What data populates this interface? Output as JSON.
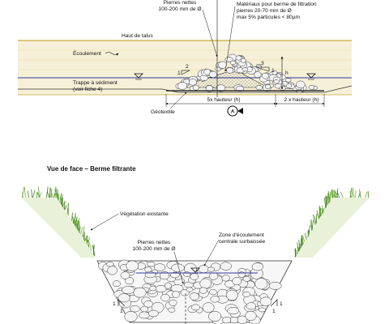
{
  "side_view": {
    "labels": {
      "stones_top": "Pierres nettes",
      "stones_size": "100-200 mm de Ø",
      "filter_material_1": "Matériaux pour berme de filtration",
      "filter_material_2": "pierres 20-70 mm de Ø",
      "filter_material_3": "max 5% particules < 80µm",
      "bank_top": "Haut de talus",
      "flow": "Écoulement",
      "trap_1": "Trappe à sédiment",
      "trap_2": "(voir fiche 4)",
      "geotextile": "Géotextile",
      "dim_5x": "5x hauteur (h)",
      "dim_2x": "2 x hauteur (h)",
      "h_mark": "h",
      "slope_left": "2",
      "slope_left_unit": "1",
      "slope_right": "3",
      "slope_right_unit": "1",
      "section_marker": "A"
    },
    "colors": {
      "bank_fill": "#f6f0d8",
      "bank_line": "#c9a93a",
      "water_line": "#2e3a9c",
      "stone_fill": "#f4f4f4",
      "stone_line": "#333333"
    }
  },
  "front_view": {
    "title": "Vue de face – Berme filtrante",
    "labels": {
      "vegetation": "Végétation existante",
      "zone_1": "Zone d'écoulement",
      "zone_2": "centrale surbaissée",
      "stones_1": "Pierres nettes",
      "stones_2": "100-200 mm de Ø",
      "slope_l_top": "1",
      "slope_l_bot": "1",
      "slope_r_top": "1",
      "slope_r_bot": "1"
    },
    "colors": {
      "grass": "#6fae3a",
      "grass_dark": "#3f7d1f",
      "water_line": "#2e3a9c",
      "stone_fill": "#f4f4f4",
      "stone_line": "#333333"
    }
  }
}
